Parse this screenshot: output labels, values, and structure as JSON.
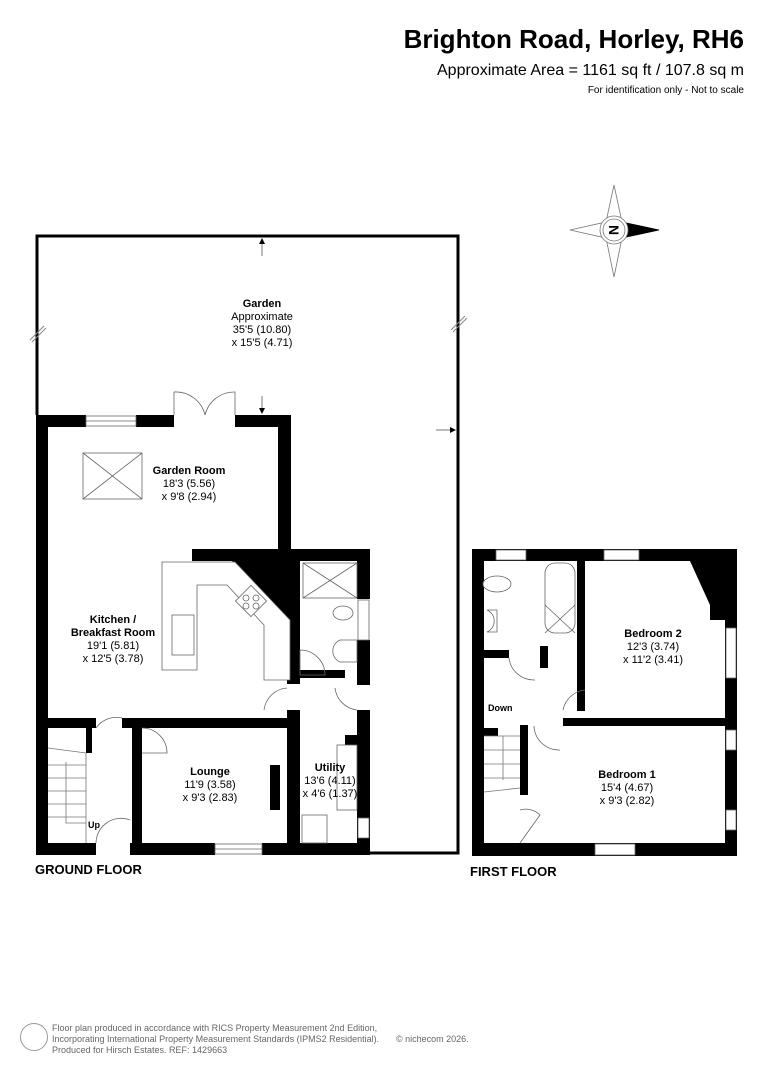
{
  "header": {
    "title": "Brighton Road, Horley, RH6",
    "area": "Approximate Area = 1161 sq ft / 107.8 sq m",
    "note": "For identification only - Not to scale"
  },
  "compass": {
    "icon": "north-compass-icon",
    "label": "N"
  },
  "ground_floor": {
    "label": "GROUND FLOOR",
    "rooms": [
      {
        "name": "Garden",
        "line1": "Approximate",
        "line2": "35'5 (10.80)",
        "line3": "x 15'5 (4.71)"
      },
      {
        "name": "Garden Room",
        "line1": "18'3 (5.56)",
        "line2": "x 9'8 (2.94)"
      },
      {
        "name": "Kitchen /",
        "name2": "Breakfast Room",
        "line1": "19'1 (5.81)",
        "line2": "x 12'5 (3.78)"
      },
      {
        "name": "Lounge",
        "line1": "11'9 (3.58)",
        "line2": "x 9'3 (2.83)"
      },
      {
        "name": "Utility",
        "line1": "13'6 (4.11)",
        "line2": "x 4'6 (1.37)"
      }
    ],
    "stairs_label": "Up"
  },
  "first_floor": {
    "label": "FIRST FLOOR",
    "rooms": [
      {
        "name": "Bedroom 2",
        "line1": "12'3 (3.74)",
        "line2": "x 11'2 (3.41)"
      },
      {
        "name": "Bedroom 1",
        "line1": "15'4 (4.67)",
        "line2": "x 9'3 (2.82)"
      }
    ],
    "stairs_label": "Down"
  },
  "footer": {
    "line1": "Floor plan produced in accordance with RICS Property Measurement 2nd Edition,",
    "line2": "Incorporating International Property Measurement Standards (IPMS2 Residential).",
    "line3": "Produced for Hirsch Estates.   REF:  1429663",
    "copyright": "© nichecom 2026."
  }
}
